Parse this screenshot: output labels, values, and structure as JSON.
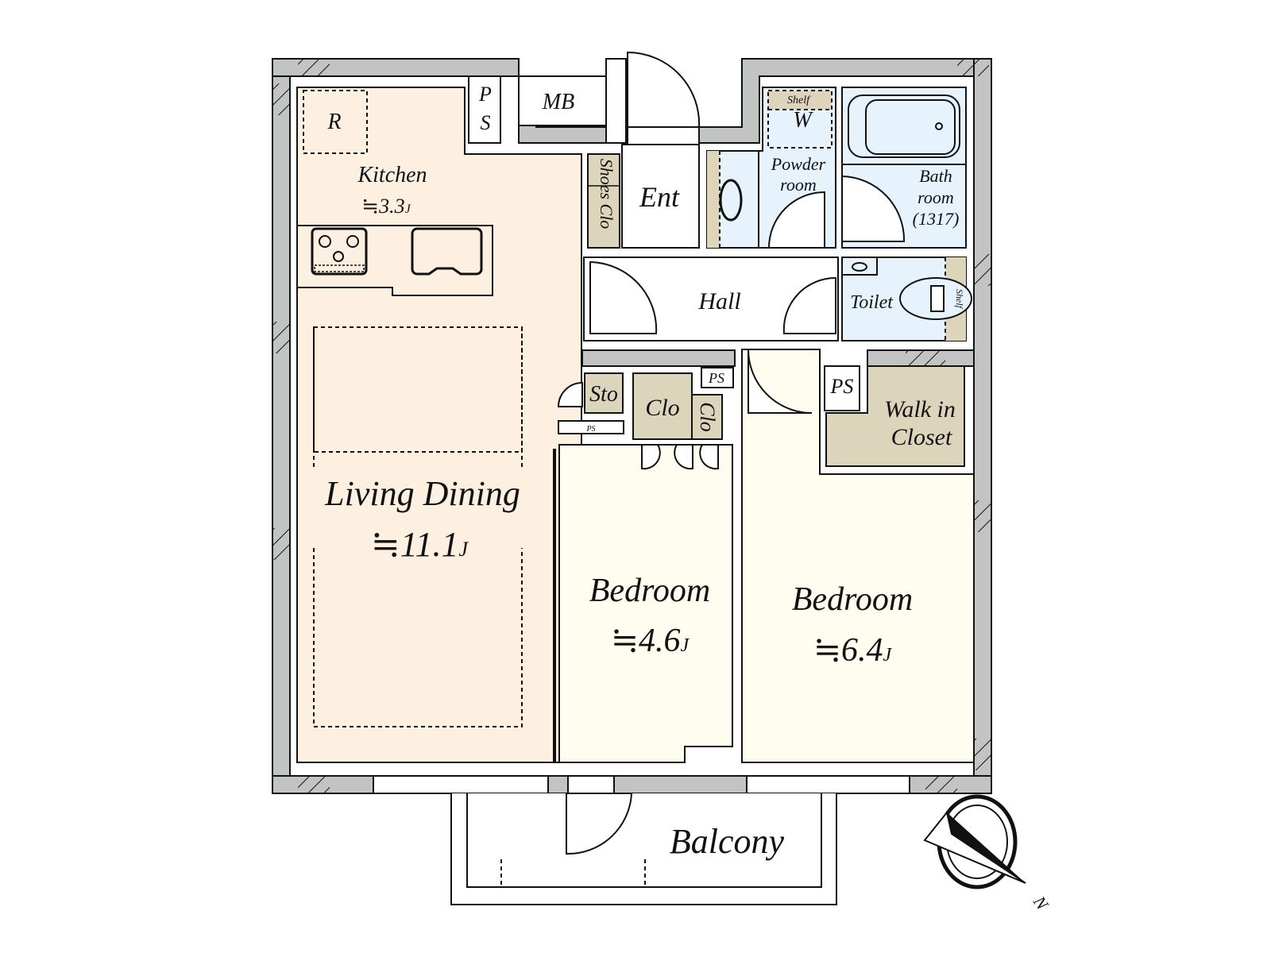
{
  "colors": {
    "wall": "#c2c3c3",
    "living_kitchen": "#fdf0e0",
    "bedroom": "#fffdf0",
    "wet_area": "#e6f3fc",
    "storage": "#ddd5bb",
    "outline": "#111111",
    "white": "#ffffff"
  },
  "rooms": {
    "kitchen": {
      "name": "Kitchen",
      "area": "≒3.3",
      "unit": "J"
    },
    "living_dining": {
      "name": "Living Dining",
      "area": "≒11.1",
      "unit": "J"
    },
    "bedroom_small": {
      "name": "Bedroom",
      "area": "≒4.6",
      "unit": "J"
    },
    "bedroom_large": {
      "name": "Bedroom",
      "area": "≒6.4",
      "unit": "J"
    },
    "entrance": {
      "name": "Ent"
    },
    "hall": {
      "name": "Hall"
    },
    "powder_room": {
      "line1": "Powder",
      "line2": "room"
    },
    "bath_room": {
      "line1": "Bath",
      "line2": "room",
      "line3": "(1317)"
    },
    "toilet": {
      "name": "Toilet"
    },
    "walk_in_closet": {
      "line1": "Walk in",
      "line2": "Closet"
    },
    "balcony": {
      "name": "Balcony"
    }
  },
  "fixtures": {
    "refrigerator": "R",
    "pipe_space_top_p": "P",
    "pipe_space_top_s": "S",
    "meter_box": "MB",
    "shoes_closet": "Shoes Clo",
    "washer": "W",
    "shelf_powder": "Shelf",
    "shelf_toilet": "Shelf",
    "storage": "Sto",
    "closet_main": "Clo",
    "closet_side": "Clo",
    "pipe_space_mid": "PS",
    "pipe_space_small": "PS",
    "pipe_space_wic": "PS"
  },
  "compass": {
    "north_label": "N"
  }
}
